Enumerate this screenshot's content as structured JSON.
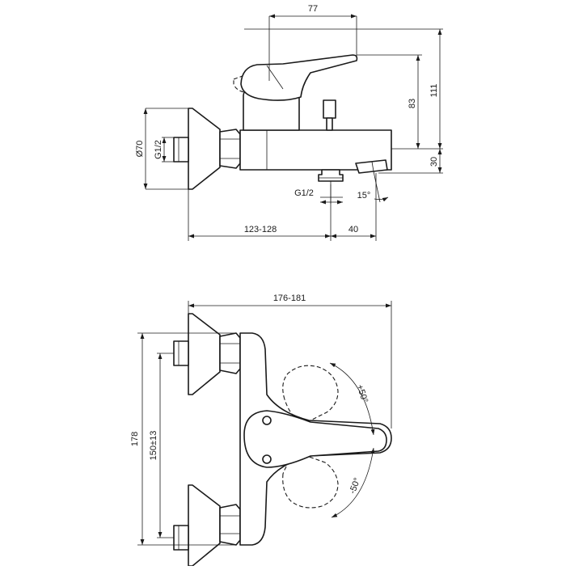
{
  "dimensions": {
    "handle_offset": "77",
    "total_height": "111",
    "handle_height": "83",
    "spout_height": "30",
    "diameter": "Ø70",
    "thread_inlet": "G1/2",
    "thread_outlet": "G1/2",
    "spout_angle": "15°",
    "wall_distance": "123-128",
    "spout_reach": "40",
    "total_width": "176-181",
    "total_length": "178",
    "inlet_spacing": "150±13",
    "rotation_plus": "+50°",
    "rotation_minus": "-50°"
  }
}
